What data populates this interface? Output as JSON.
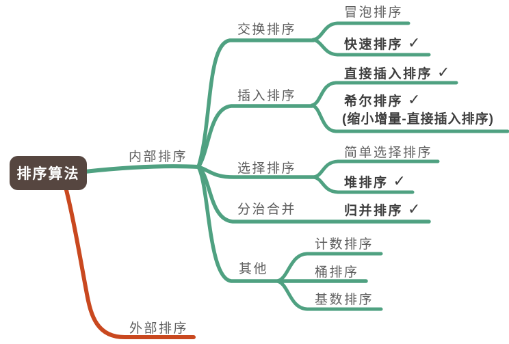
{
  "mindmap": {
    "root": {
      "label": "排序算法"
    },
    "branches": [
      {
        "label": "内部排序",
        "children": [
          {
            "label": "交换排序",
            "children": [
              {
                "label": "冒泡排序",
                "checked": false
              },
              {
                "label": "快速排序",
                "checked": true
              }
            ]
          },
          {
            "label": "插入排序",
            "children": [
              {
                "label": "直接插入排序",
                "checked": true
              },
              {
                "label": "希尔排序",
                "note": "(缩小增量-直接插入排序)",
                "checked": true
              }
            ]
          },
          {
            "label": "选择排序",
            "children": [
              {
                "label": "简单选择排序",
                "checked": false
              },
              {
                "label": "堆排序",
                "checked": true
              }
            ]
          },
          {
            "label": "分治合并",
            "children": [
              {
                "label": "归并排序",
                "checked": true
              }
            ]
          },
          {
            "label": "其他",
            "children": [
              {
                "label": "计数排序",
                "checked": false
              },
              {
                "label": "桶排序",
                "checked": false
              },
              {
                "label": "基数排序",
                "checked": false
              }
            ]
          }
        ]
      },
      {
        "label": "外部排序",
        "children": []
      }
    ]
  },
  "icons": {
    "check": "✓"
  },
  "colors": {
    "branch_green": "#4FA181",
    "branch_red": "#C9481F",
    "root_bg": "#564640",
    "root_text": "#FFFFFF",
    "label_text": "#5E5E5E",
    "checked_text": "#3D3D3D"
  }
}
